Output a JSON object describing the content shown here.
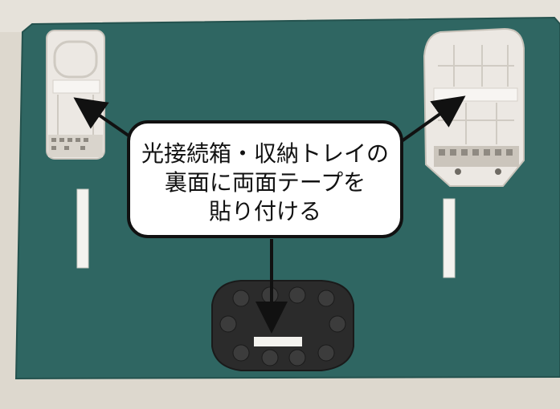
{
  "photo": {
    "caption_lines": [
      "光接続箱・収納トレイの",
      "裏面に両面テープを",
      "貼り付ける"
    ],
    "colors": {
      "floor": "#ddd8ce",
      "mat": "#2f6662",
      "tray": "#ece8e3",
      "closure_box": "#2b2b2b",
      "tape": "#f4f3ef",
      "callout_border": "#111111",
      "arrow": "#111111"
    }
  }
}
